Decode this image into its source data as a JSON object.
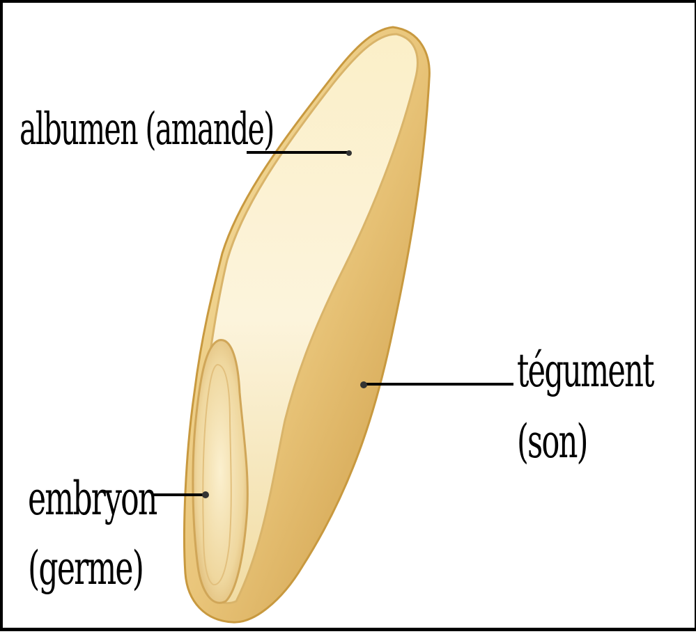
{
  "labels": {
    "albumen": "albumen (amande)",
    "tegument_line1": "tégument",
    "tegument_line2": "(son)",
    "embryon_line1": "embryon",
    "embryon_line2": "(germe)"
  },
  "colors": {
    "albumen_light": "#fdf4d6",
    "albumen_mid": "#f3dfa6",
    "bran": "#e6c073",
    "bran_dark": "#c99a45",
    "embryo": "#f0d9a0",
    "outline": "#c8993f",
    "leader": "#000000"
  }
}
